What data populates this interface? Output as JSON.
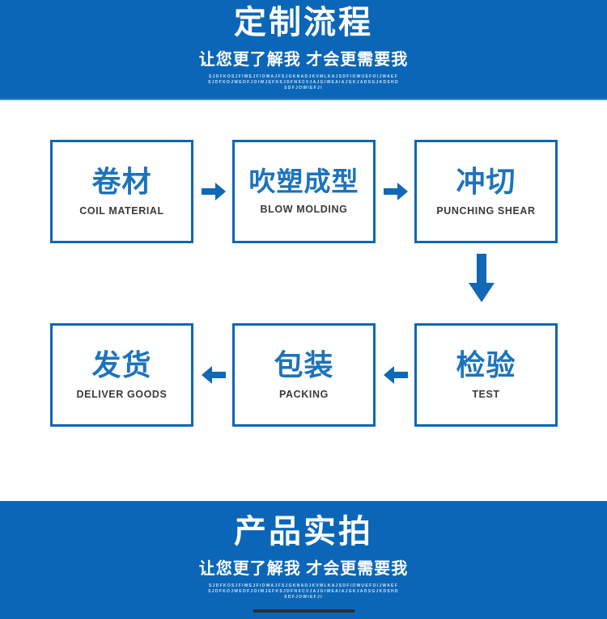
{
  "colors": {
    "banner_bg": "#0b66b8",
    "banner_underline": "#3e8ed0",
    "node_border": "#0b66b8",
    "node_cn_text": "#1c73bd",
    "node_en_text": "#3a3a3a",
    "rule": "#2c2f33",
    "filler_text": "#cfe0f0",
    "page_bg": "#ffffff"
  },
  "banners": {
    "top": {
      "title": "定制流程",
      "subtitle": "让您更了解我 才会更需要我",
      "filler_lines": [
        "SJDFKOSJFIWEJFIOWAJFSJGKNADJKVMLKAJSDFIOWUEFOIJWAEF",
        "SJDFKOJWEOFJOIWJEFKSJDFNXCVJAJGIWEAIAJGKJADSGJKDSHD",
        "SDFJOWIEFJI"
      ]
    },
    "bottom": {
      "title": "产品实拍",
      "subtitle": "让您更了解我 才会更需要我",
      "filler_lines": [
        "SJDFKOSJFIWEJFIOWAJFSJGKNADJKVMLKAJSDFIOWUEFOIJWAEF",
        "SJDFKOJWEOFJOIWJEFKSJDFNXCVJAJGIWEAIAJGKJADSGJKDSHD",
        "SDFJOWIEFJI"
      ]
    }
  },
  "flow": {
    "nodes": [
      {
        "id": "coil",
        "cn": "卷材",
        "en": "COIL MATERIAL"
      },
      {
        "id": "blow",
        "cn": "吹塑成型",
        "en": "BLOW MOLDING"
      },
      {
        "id": "punch",
        "cn": "冲切",
        "en": "PUNCHING SHEAR"
      },
      {
        "id": "test",
        "cn": "检验",
        "en": "TEST"
      },
      {
        "id": "packing",
        "cn": "包装",
        "en": "PACKING"
      },
      {
        "id": "deliver",
        "cn": "发货",
        "en": "DELIVER GOODS"
      }
    ],
    "arrows": [
      {
        "id": "arrow-1",
        "direction": "right",
        "from": "coil",
        "to": "blow"
      },
      {
        "id": "arrow-2",
        "direction": "right",
        "from": "blow",
        "to": "punch"
      },
      {
        "id": "arrow-down",
        "direction": "down",
        "from": "punch",
        "to": "test"
      },
      {
        "id": "arrow-3",
        "direction": "left",
        "from": "test",
        "to": "packing"
      },
      {
        "id": "arrow-4",
        "direction": "left",
        "from": "packing",
        "to": "deliver"
      }
    ]
  }
}
